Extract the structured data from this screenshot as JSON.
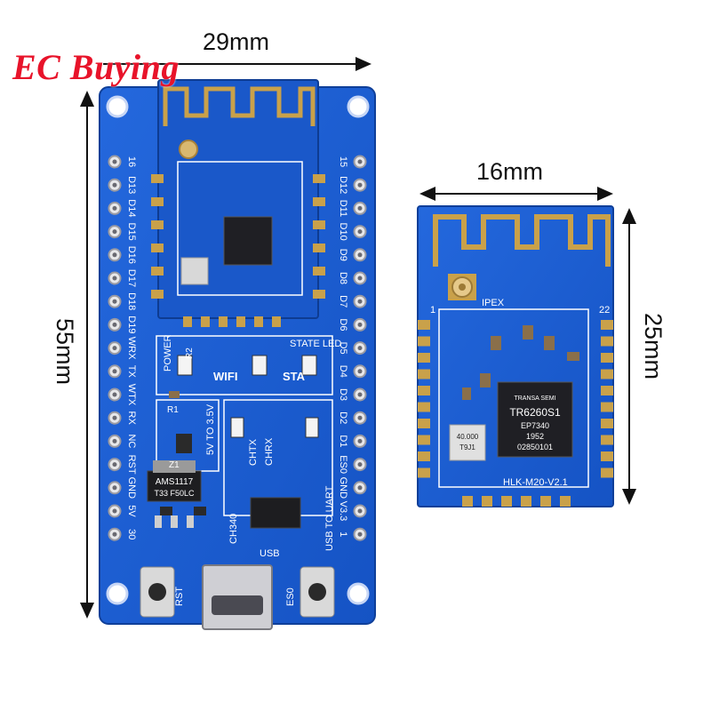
{
  "brand": "EC Buying",
  "dimensions": {
    "board_width": "29mm",
    "board_height": "55mm",
    "module_width": "16mm",
    "module_height": "25mm"
  },
  "board": {
    "left_pins": [
      "16",
      "D13",
      "D14",
      "D15",
      "D16",
      "D17",
      "D18",
      "D19",
      "WRX",
      "TX",
      "WTX",
      "RX",
      "NC",
      "RST",
      "GND",
      "5V",
      "30"
    ],
    "right_pins": [
      "15",
      "D12",
      "D11",
      "D10",
      "D9",
      "D8",
      "D7",
      "D6",
      "D5",
      "D4",
      "D3",
      "D2",
      "D1",
      "ES0",
      "GND",
      "V3.3",
      "1"
    ],
    "labels": {
      "power": "POWER",
      "wifi": "WIFI",
      "sta": "STA",
      "state_led": "STATE LED",
      "converter": "5V TO 3.5V",
      "chtx": "CHTX",
      "chrx": "CHRX",
      "ch340": "CH340",
      "usb_to_uart": "USB TO UART",
      "usb": "USB",
      "rst": "RST",
      "es0": "ES0",
      "r1": "R1",
      "r2": "R2",
      "z1": "Z1",
      "regulator_line1": "AMS1117",
      "regulator_line2": "T33 F50LC"
    }
  },
  "module": {
    "ipex": "IPEX",
    "pin_first": "1",
    "pin_last": "22",
    "chip_brand": "TRANSA SEMI",
    "chip_part": "TR6260S1",
    "chip_line2": "EP7340",
    "chip_line3": "1952",
    "chip_line4": "02850101",
    "crystal_line1": "40.000",
    "crystal_line2": "T9J1",
    "model": "HLK-M20-V2.1"
  },
  "colors": {
    "pcb_blue": "#1b5fd3",
    "pcb_dark": "#1448a8",
    "gold": "#c9a14a",
    "silkscreen": "#ffffff",
    "brand_red": "#e8132a"
  }
}
